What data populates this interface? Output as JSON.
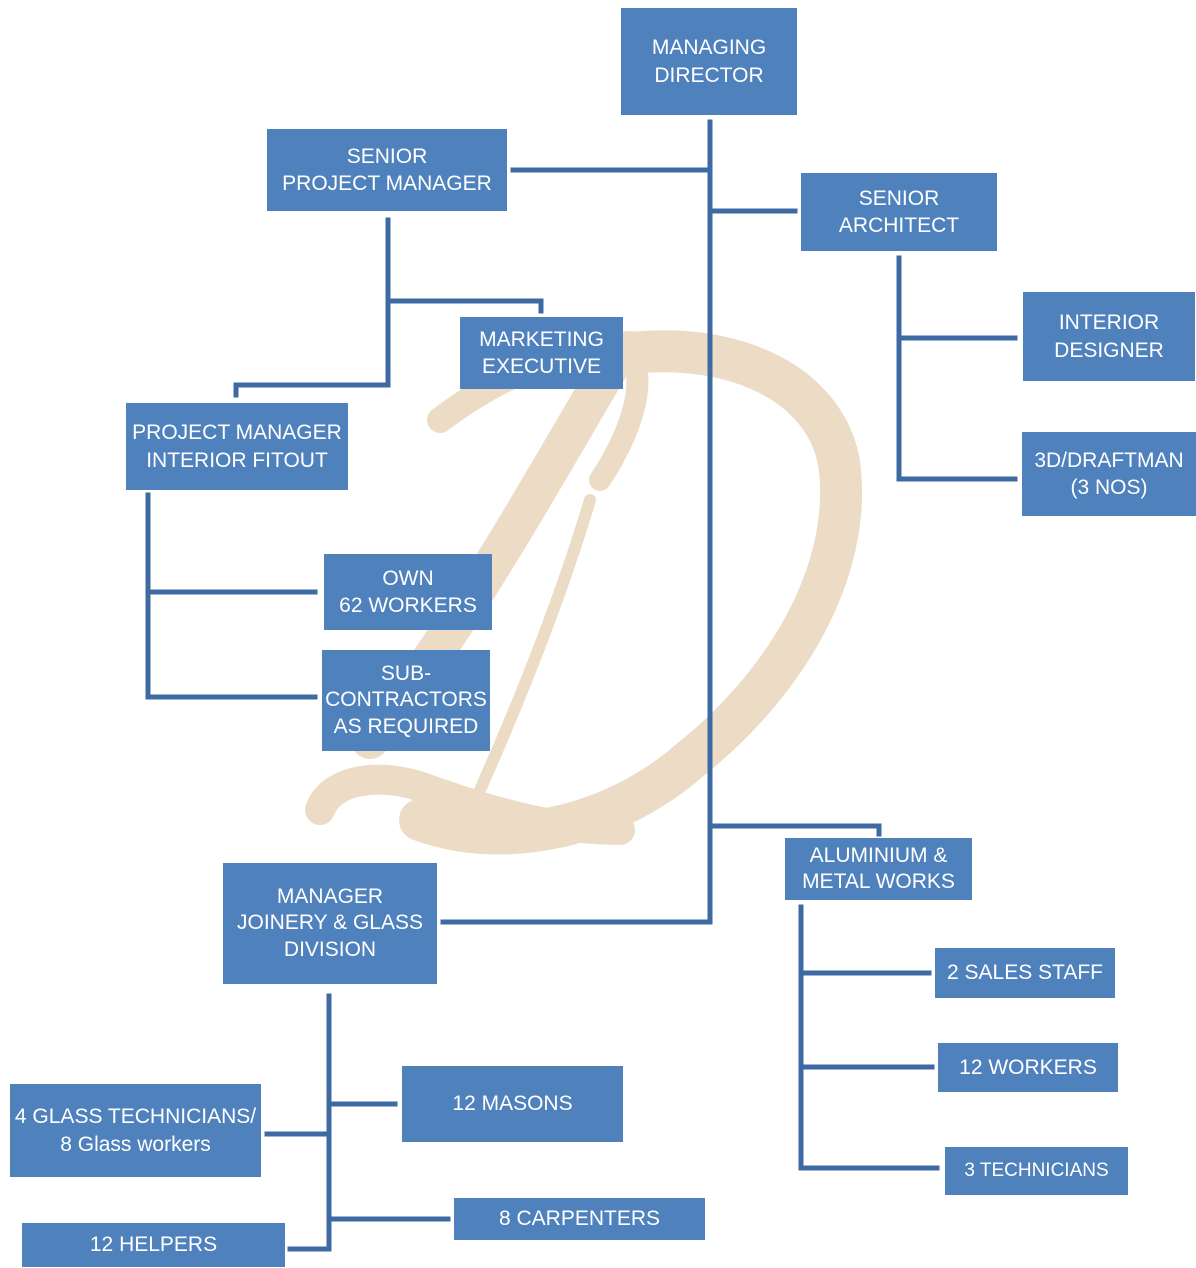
{
  "org_chart": {
    "managing_director": [
      "MANAGING",
      "DIRECTOR"
    ],
    "senior_project_manager": [
      "SENIOR",
      "PROJECT MANAGER"
    ],
    "senior_architect": [
      "SENIOR",
      "ARCHITECT"
    ],
    "marketing_executive": [
      "MARKETING",
      "EXECUTIVE"
    ],
    "project_manager_fitout": [
      "PROJECT MANAGER",
      "INTERIOR FITOUT"
    ],
    "interior_designer": [
      "INTERIOR",
      "DESIGNER"
    ],
    "draftman": [
      "3D/DRAFTMAN",
      "(3 NOS)"
    ],
    "own_workers": [
      "OWN",
      "62 WORKERS"
    ],
    "subcontractors": [
      "SUB-",
      "CONTRACTORS",
      "AS REQUIRED"
    ],
    "aluminium_metal": [
      "ALUMINIUM &",
      "METAL WORKS"
    ],
    "manager_joinery": [
      "MANAGER",
      "JOINERY & GLASS",
      "DIVISION"
    ],
    "sales_staff": "2 SALES STAFF",
    "alu_workers": "12 WORKERS",
    "technicians": "3 TECHNICIANS",
    "glass_technicians": [
      "4 GLASS TECHNICIANS/",
      "8 Glass workers"
    ],
    "masons": "12 MASONS",
    "carpenters": "8 CARPENTERS",
    "helpers": "12 HELPERS"
  },
  "colors": {
    "box_fill": "#4f81bd",
    "box_text": "#ffffff",
    "connector": "#3e6aa3",
    "watermark": "#ecdcc6"
  },
  "watermark_letter": "D"
}
